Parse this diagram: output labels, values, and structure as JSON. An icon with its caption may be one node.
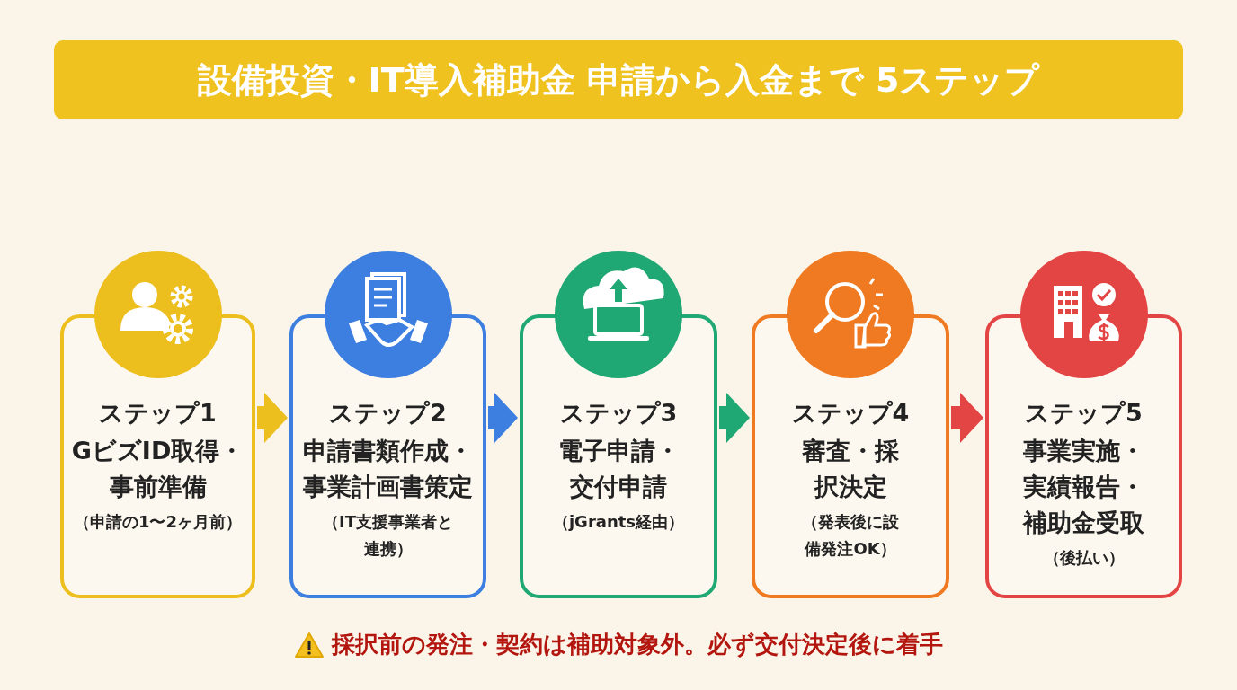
{
  "diagram": {
    "title": "設備投資・IT導入補助金 申請から入金まで 5ステップ",
    "nodes": [
      {
        "text": [
          "ステップ1",
          "GビズID取得・事前準備",
          "（申請の1〜2ヶ月前）"
        ]
      },
      {
        "text": [
          "ステップ2",
          "申請書類作成・事業計画書策定",
          "（IT支援事業者と連携）"
        ]
      },
      {
        "text": [
          "ステップ3",
          "電子申請・交付申請",
          "（jGrants経由）"
        ]
      },
      {
        "text": [
          "ステップ4",
          "審査・採択決定",
          "（発表後に設備発注OK）"
        ]
      },
      {
        "text": [
          "ステップ5",
          "事業実施・実績報告・補助金受取",
          "（後払い）"
        ]
      }
    ],
    "edges": [
      {
        "from": 0,
        "to": 1,
        "arrow": "to",
        "color": "#ecbf1e"
      },
      {
        "from": 1,
        "to": 2,
        "arrow": "to",
        "color": "#3d7fe0"
      },
      {
        "from": 2,
        "to": 3,
        "arrow": "to",
        "color": "#1fa874"
      },
      {
        "from": 3,
        "to": 4,
        "arrow": "to",
        "color": "#e34545"
      }
    ],
    "labels": [
      "採択前の発注・契約は補助対象外。必ず交付決定後に着手"
    ]
  }
}
